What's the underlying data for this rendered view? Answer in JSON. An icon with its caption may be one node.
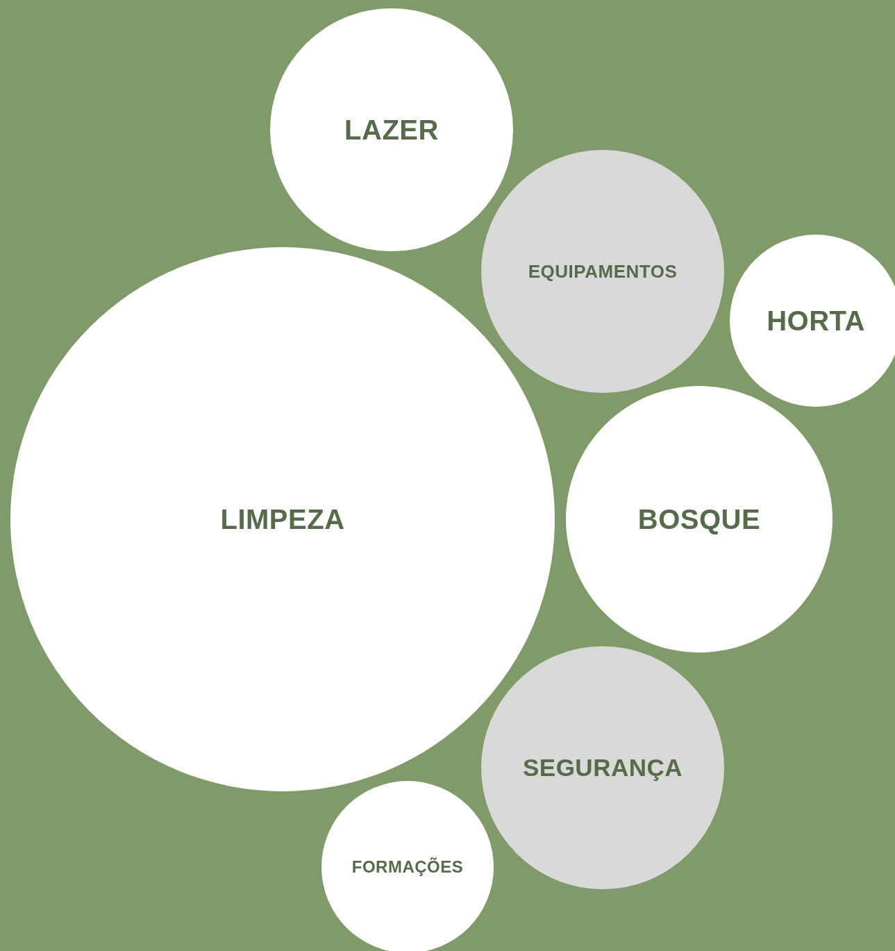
{
  "diagram": {
    "nodes": [
      {
        "text": [
          "LAZER"
        ]
      },
      {
        "text": [
          "EQUIPAMENTOS"
        ]
      },
      {
        "text": [
          "HORTA"
        ]
      },
      {
        "text": [
          "LIMPEZA"
        ]
      },
      {
        "text": [
          "BOSQUE"
        ]
      },
      {
        "text": [
          "SEGURANÇA"
        ]
      },
      {
        "text": [
          "FORMAÇÕES"
        ]
      }
    ]
  }
}
